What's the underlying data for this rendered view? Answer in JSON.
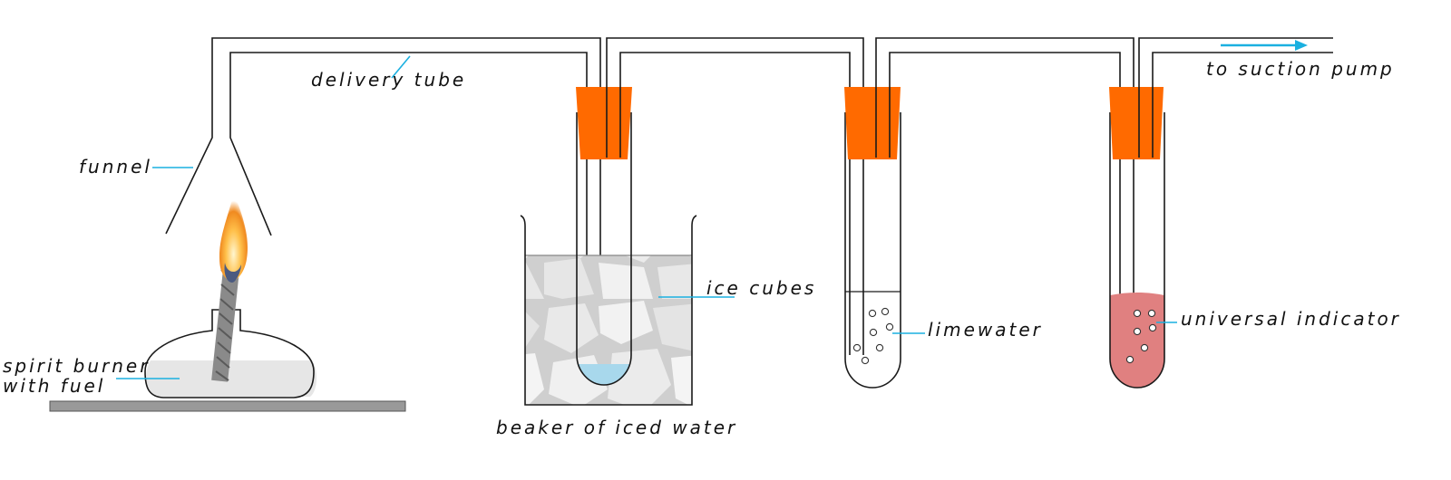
{
  "labels": {
    "delivery_tube": "delivery tube",
    "funnel": "funnel",
    "spirit_burner_line1": "spirit burner",
    "spirit_burner_line2": "with fuel",
    "beaker": "beaker of iced water",
    "ice_cubes": "ice cubes",
    "limewater": "limewater",
    "universal_indicator": "universal indicator",
    "suction": "to suction pump"
  },
  "colors": {
    "stopper": "#ff6a00",
    "pointer_line": "#1ab0e0",
    "arrow": "#1ab0e0",
    "indicator_solution": "#e08080",
    "condensate": "#a8d8ec",
    "base_plate": "#999999",
    "fuel": "#e6e6e6",
    "ice": "#dcdcdc",
    "wick": "#8a8a8a"
  }
}
